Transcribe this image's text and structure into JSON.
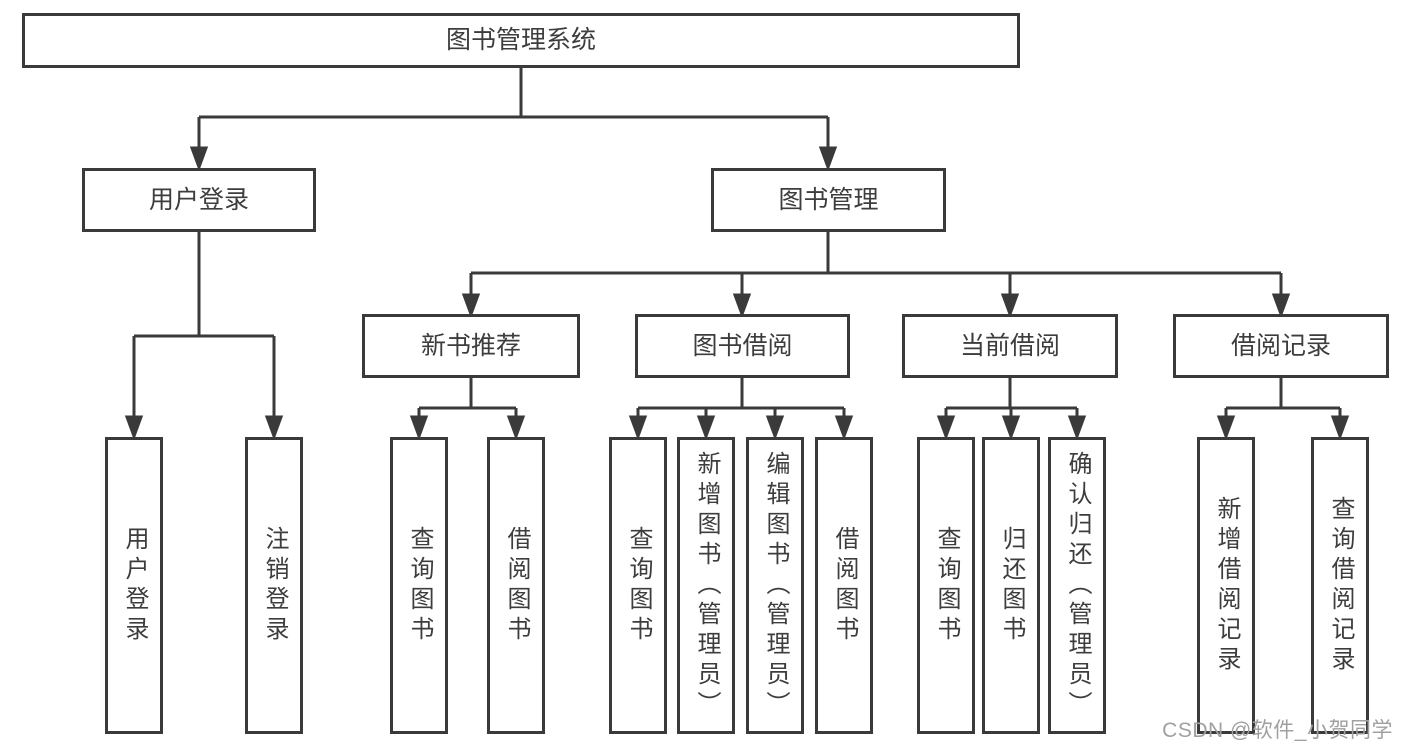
{
  "diagram": {
    "root": {
      "label": "图书管理系统"
    },
    "branches": [
      {
        "label": "用户登录",
        "children": [
          {
            "label": "用户登录"
          },
          {
            "label": "注销登录"
          }
        ]
      },
      {
        "label": "图书管理",
        "children": [
          {
            "label": "新书推荐",
            "children": [
              {
                "label": "查询图书"
              },
              {
                "label": "借阅图书"
              }
            ]
          },
          {
            "label": "图书借阅",
            "children": [
              {
                "label": "查询图书"
              },
              {
                "label": "新增图书（管理员）"
              },
              {
                "label": "编辑图书（管理员）"
              },
              {
                "label": "借阅图书"
              }
            ]
          },
          {
            "label": "当前借阅",
            "children": [
              {
                "label": "查询图书"
              },
              {
                "label": "归还图书"
              },
              {
                "label": "确认归还（管理员）"
              }
            ]
          },
          {
            "label": "借阅记录",
            "children": [
              {
                "label": "新增借阅记录"
              },
              {
                "label": "查询借阅记录"
              }
            ]
          }
        ]
      }
    ]
  },
  "watermark": {
    "text": "CSDN @软件_小贺同学"
  },
  "colors": {
    "line": "#3a3a3a",
    "text": "#3d3d3d",
    "watermark": "#a0a0a0",
    "background": "#ffffff"
  }
}
